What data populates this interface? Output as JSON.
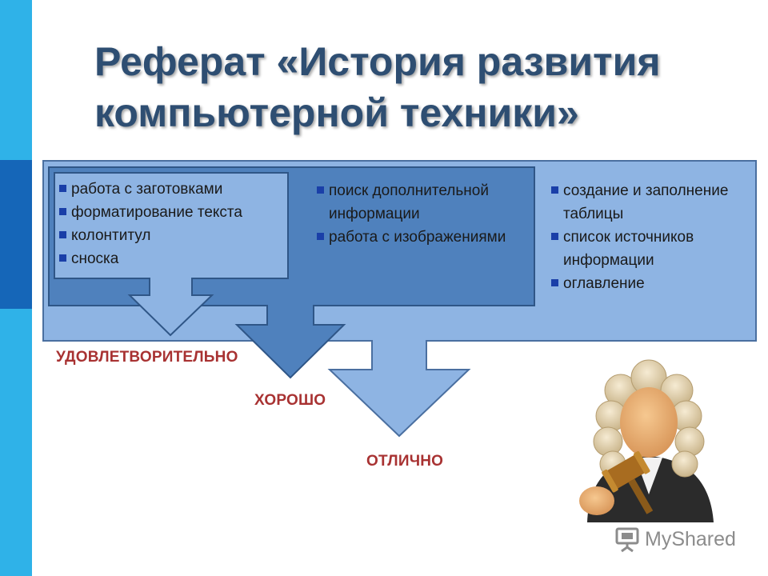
{
  "title": {
    "line1": "Реферат «История развития",
    "line2": "компьютерной техники»"
  },
  "groups": {
    "basic": [
      "работа с заготовками",
      "форматирование текста",
      "колонтитул",
      "сноска"
    ],
    "good": [
      "поиск дополнительной информации",
      "работа с изображениями"
    ],
    "excellent": [
      "создание и заполнение таблицы",
      "список источников информации",
      "оглавление"
    ]
  },
  "grades": {
    "satisfactory": "УДОВЛЕТВОРИТЕЛЬНО",
    "good": "ХОРОШО",
    "excellent": "ОТЛИЧНО"
  },
  "watermark": "MyShared",
  "colors": {
    "side_bar": "#2fb2e8",
    "side_bar_dark": "#1566b8",
    "title": "#2e4e72",
    "box_outer": "#8eb4e3",
    "box_middle": "#4f81bd",
    "box_inner": "#8eb4e3",
    "grade_text": "#a83232",
    "bullet": "#1a3fa8"
  },
  "icons": {
    "judge": "judge-with-gavel-icon",
    "watermark": "myshared-logo-icon"
  }
}
